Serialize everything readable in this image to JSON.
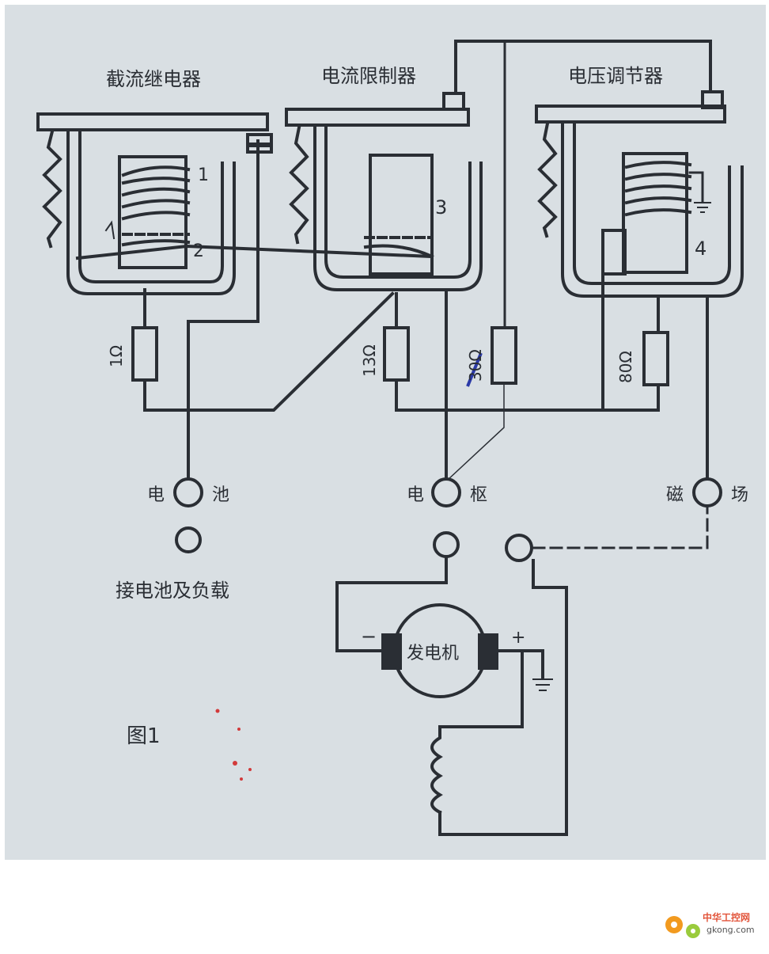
{
  "labels": {
    "relay1": "截流继电器",
    "relay2": "电流限制器",
    "relay3": "电压调节器",
    "num1": "1",
    "num2": "2",
    "num3": "3",
    "num4": "4",
    "r1": "1Ω",
    "r2": "13Ω",
    "r3": "30Ω",
    "r4": "80Ω",
    "battery_left": "电",
    "battery_right": "池",
    "armature_left": "电",
    "armature_right": "枢",
    "field_left": "磁",
    "field_right": "场",
    "load": "接电池及负载",
    "generator": "发电机",
    "minus": "−",
    "plus": "+",
    "figure": "图1"
  },
  "watermark": {
    "title": "中华工控网",
    "site": "gkong.com"
  },
  "colors": {
    "paper": "#d9dfe3",
    "ink": "#2a2e34",
    "pen": "#2b3aa8",
    "red": "#d23a3a"
  }
}
